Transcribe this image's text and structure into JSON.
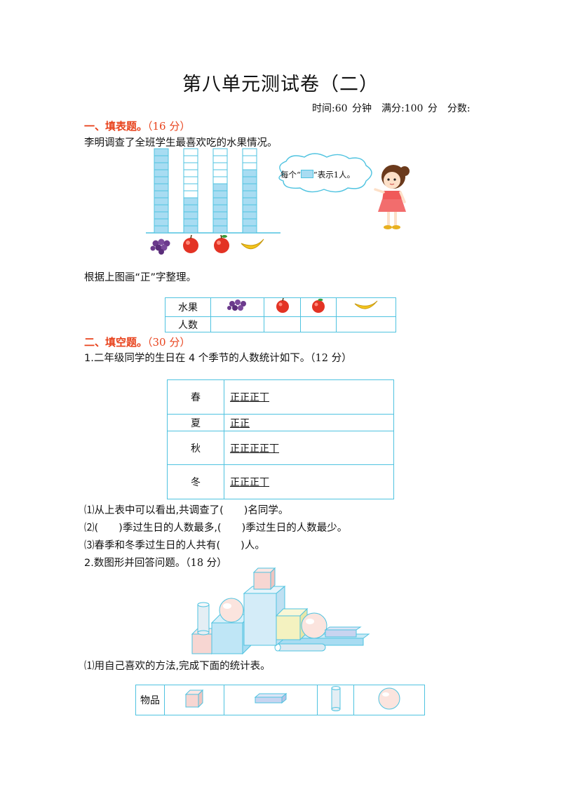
{
  "title": "第八单元测试卷（二）",
  "info": "时间:60 分钟　满分:100 分　分数:",
  "section1": {
    "heading": "一、填表题。",
    "points": "（16 分）"
  },
  "s1_intro": "李明调查了全班学生最喜欢吃的水果情况。",
  "speech": {
    "before": "每个“",
    "after": "”表示1人。"
  },
  "bar_counts": [
    12,
    5,
    7,
    9
  ],
  "bar_capacity": 12,
  "fruits": [
    "grapes-icon",
    "apple-icon",
    "apple-icon",
    "banana-icon"
  ],
  "s1_instruction": "根据上图画“正”字整理。",
  "fruit_table": {
    "row1_label": "水果",
    "row2_label": "人数"
  },
  "section2": {
    "heading": "二、填空题。",
    "points": "（30 分）"
  },
  "q1": {
    "text": "1.二年级同学的生日在 4 个季节的人数统计如下。",
    "points": "（12 分）"
  },
  "season_table": [
    {
      "season": "春",
      "tally": "正正正丅"
    },
    {
      "season": "夏",
      "tally": "正正"
    },
    {
      "season": "秋",
      "tally": "正正正正丅"
    },
    {
      "season": "冬",
      "tally": "正正正丅"
    }
  ],
  "q1_sub": [
    "⑴从上表中可以看出,共调查了(　　)名同学。",
    "⑵(　　)季过生日的人数最多,(　　)季过生日的人数最少。",
    "⑶春季和冬季过生日的人共有(　　)人。"
  ],
  "q2": {
    "text": "2.数图形并回答问题。",
    "points": "（18 分）"
  },
  "q2_sub": "⑴用自己喜欢的方法,完成下面的统计表。",
  "shape_table": {
    "label": "物品"
  },
  "colors": {
    "accent": "#4fc3e0",
    "heading": "#e8431d",
    "bar_fill": "#a8dcf2"
  }
}
